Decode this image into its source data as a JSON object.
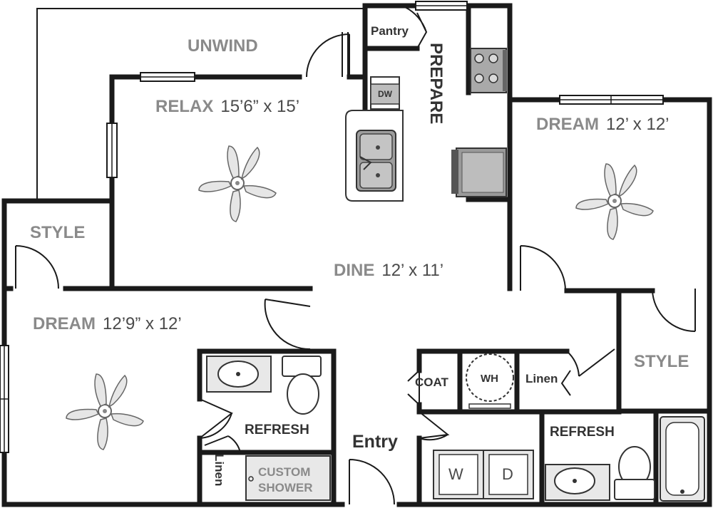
{
  "colors": {
    "wall": "#1a1a1a",
    "label": "#8a8a8a",
    "dimension": "#4a4a4a",
    "fixture_dark": "#555555"
  },
  "rooms": {
    "unwind": {
      "name": "UNWIND"
    },
    "relax": {
      "name": "RELAX",
      "dims": "15’6” x 15’"
    },
    "pantry": {
      "name": "Pantry"
    },
    "prepare": {
      "name": "PREPARE"
    },
    "dw": {
      "name": "DW"
    },
    "dream_right": {
      "name": "DREAM",
      "dims": "12’ x 12’"
    },
    "style_left": {
      "name": "STYLE"
    },
    "dine": {
      "name": "DINE",
      "dims": "12’ x 11’"
    },
    "dream_left": {
      "name": "DREAM",
      "dims": "12’9” x 12’"
    },
    "refresh_left": {
      "name": "REFRESH"
    },
    "linen_left": {
      "name": "Linen"
    },
    "custom_shower": {
      "line1": "CUSTOM",
      "line2": "SHOWER"
    },
    "entry": {
      "name": "Entry"
    },
    "coat": {
      "name": "COAT"
    },
    "wh": {
      "name": "WH"
    },
    "linen_right": {
      "name": "Linen"
    },
    "style_right": {
      "name": "STYLE"
    },
    "refresh_right": {
      "name": "REFRESH"
    },
    "washer": {
      "name": "W"
    },
    "dryer": {
      "name": "D"
    }
  },
  "icons": [
    "ceiling-fan-icon",
    "sink-icon",
    "toilet-icon",
    "range-icon",
    "refrigerator-icon",
    "bathtub-icon"
  ]
}
